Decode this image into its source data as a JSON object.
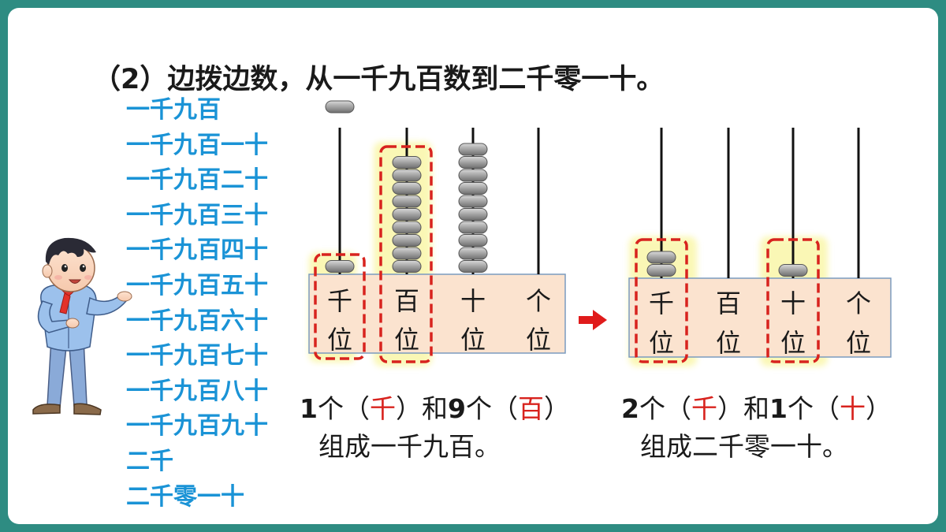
{
  "question": "（2）边拨边数，从一千九百数到二千零一十。",
  "count_list": [
    "一千九百",
    "一千九百一十",
    "一千九百二十",
    "一千九百三十",
    "一千九百四十",
    "一千九百五十",
    "一千九百六十",
    "一千九百七十",
    "一千九百八十",
    "一千九百九十",
    "二千",
    "二千零一十"
  ],
  "left_abacus": {
    "places": [
      {
        "top": "千",
        "bottom": "位",
        "beads": 1
      },
      {
        "top": "百",
        "bottom": "位",
        "beads": 9
      },
      {
        "top": "十",
        "bottom": "位",
        "beads": 10
      },
      {
        "top": "个",
        "bottom": "位",
        "beads": 0
      }
    ]
  },
  "right_abacus": {
    "places": [
      {
        "top": "千",
        "bottom": "位",
        "beads": 2
      },
      {
        "top": "百",
        "bottom": "位",
        "beads": 0
      },
      {
        "top": "十",
        "bottom": "位",
        "beads": 1
      },
      {
        "top": "个",
        "bottom": "位",
        "beads": 0
      }
    ]
  },
  "caption_left": {
    "n1": "1",
    "w1": "个（",
    "a1": "千",
    "w2": "）和",
    "n2": "9",
    "w3": "个（",
    "a2": "百",
    "w4": "）",
    "line2": "组成一千九百。"
  },
  "caption_right": {
    "n1": "2",
    "w1": "个（",
    "a1": "千",
    "w2": "）和",
    "n2": "1",
    "w3": "个（",
    "a2": "十",
    "w4": "）",
    "line2": "组成二千零一十。"
  },
  "colors": {
    "frame": "#2e8c82",
    "list_text": "#1a93d6",
    "highlight_box": "#d8231e",
    "base_fill": "#fbe3cf",
    "base_border": "#7b9bbf",
    "arrow": "#e01b1b"
  }
}
